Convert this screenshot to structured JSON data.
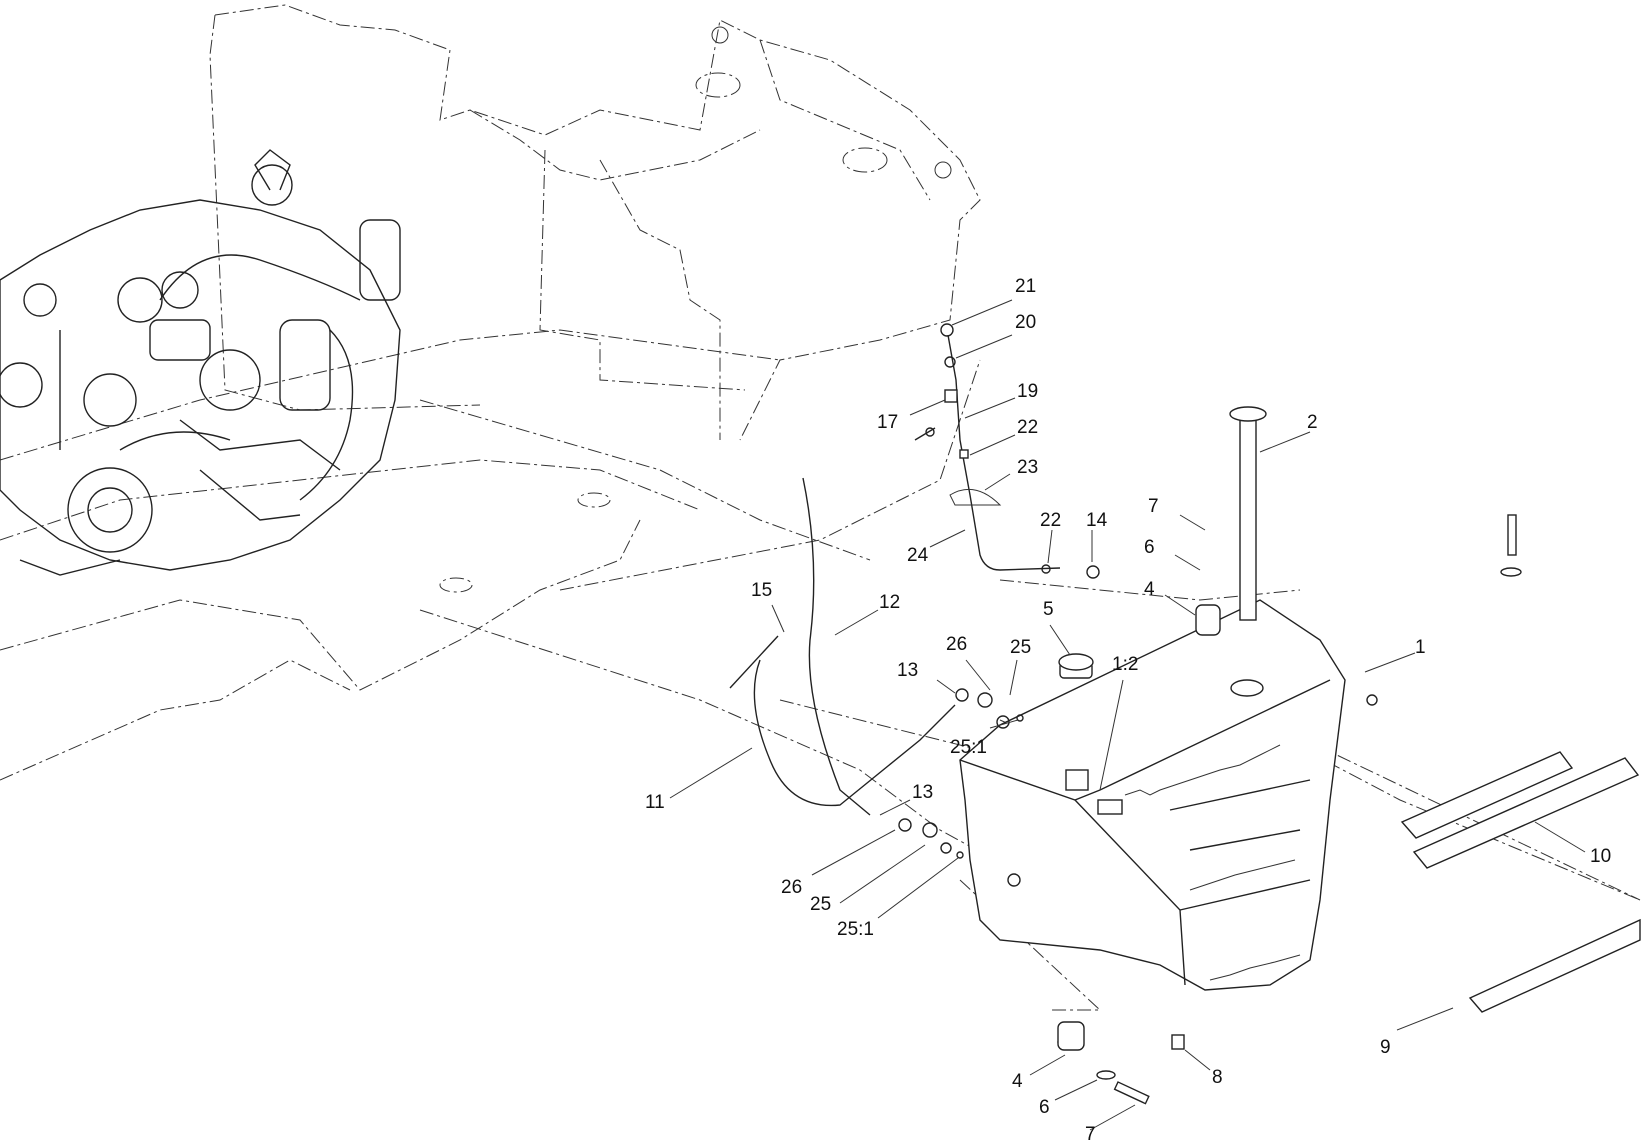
{
  "callouts": [
    {
      "id": "c21a",
      "text": "21"
    },
    {
      "id": "c20",
      "text": "20"
    },
    {
      "id": "c19",
      "text": "19"
    },
    {
      "id": "c17",
      "text": "17"
    },
    {
      "id": "c22a",
      "text": "22"
    },
    {
      "id": "c23",
      "text": "23"
    },
    {
      "id": "c2",
      "text": "2"
    },
    {
      "id": "c22b",
      "text": "22"
    },
    {
      "id": "c14",
      "text": "14"
    },
    {
      "id": "c24",
      "text": "24"
    },
    {
      "id": "c7a",
      "text": "7"
    },
    {
      "id": "c6a",
      "text": "6"
    },
    {
      "id": "c4a",
      "text": "4"
    },
    {
      "id": "c15",
      "text": "15"
    },
    {
      "id": "c12",
      "text": "12"
    },
    {
      "id": "c5",
      "text": "5"
    },
    {
      "id": "c26a",
      "text": "26"
    },
    {
      "id": "c25a",
      "text": "25"
    },
    {
      "id": "c1_2",
      "text": "1:2"
    },
    {
      "id": "c1",
      "text": "1"
    },
    {
      "id": "c13a",
      "text": "13"
    },
    {
      "id": "c25_1a",
      "text": "25:1"
    },
    {
      "id": "c11",
      "text": "11"
    },
    {
      "id": "c13b",
      "text": "13"
    },
    {
      "id": "c26b",
      "text": "26"
    },
    {
      "id": "c25b",
      "text": "25"
    },
    {
      "id": "c25_1b",
      "text": "25:1"
    },
    {
      "id": "c10",
      "text": "10"
    },
    {
      "id": "c9",
      "text": "9"
    },
    {
      "id": "c4b",
      "text": "4"
    },
    {
      "id": "c6b",
      "text": "6"
    },
    {
      "id": "c7b",
      "text": "7"
    },
    {
      "id": "c8",
      "text": "8"
    }
  ]
}
